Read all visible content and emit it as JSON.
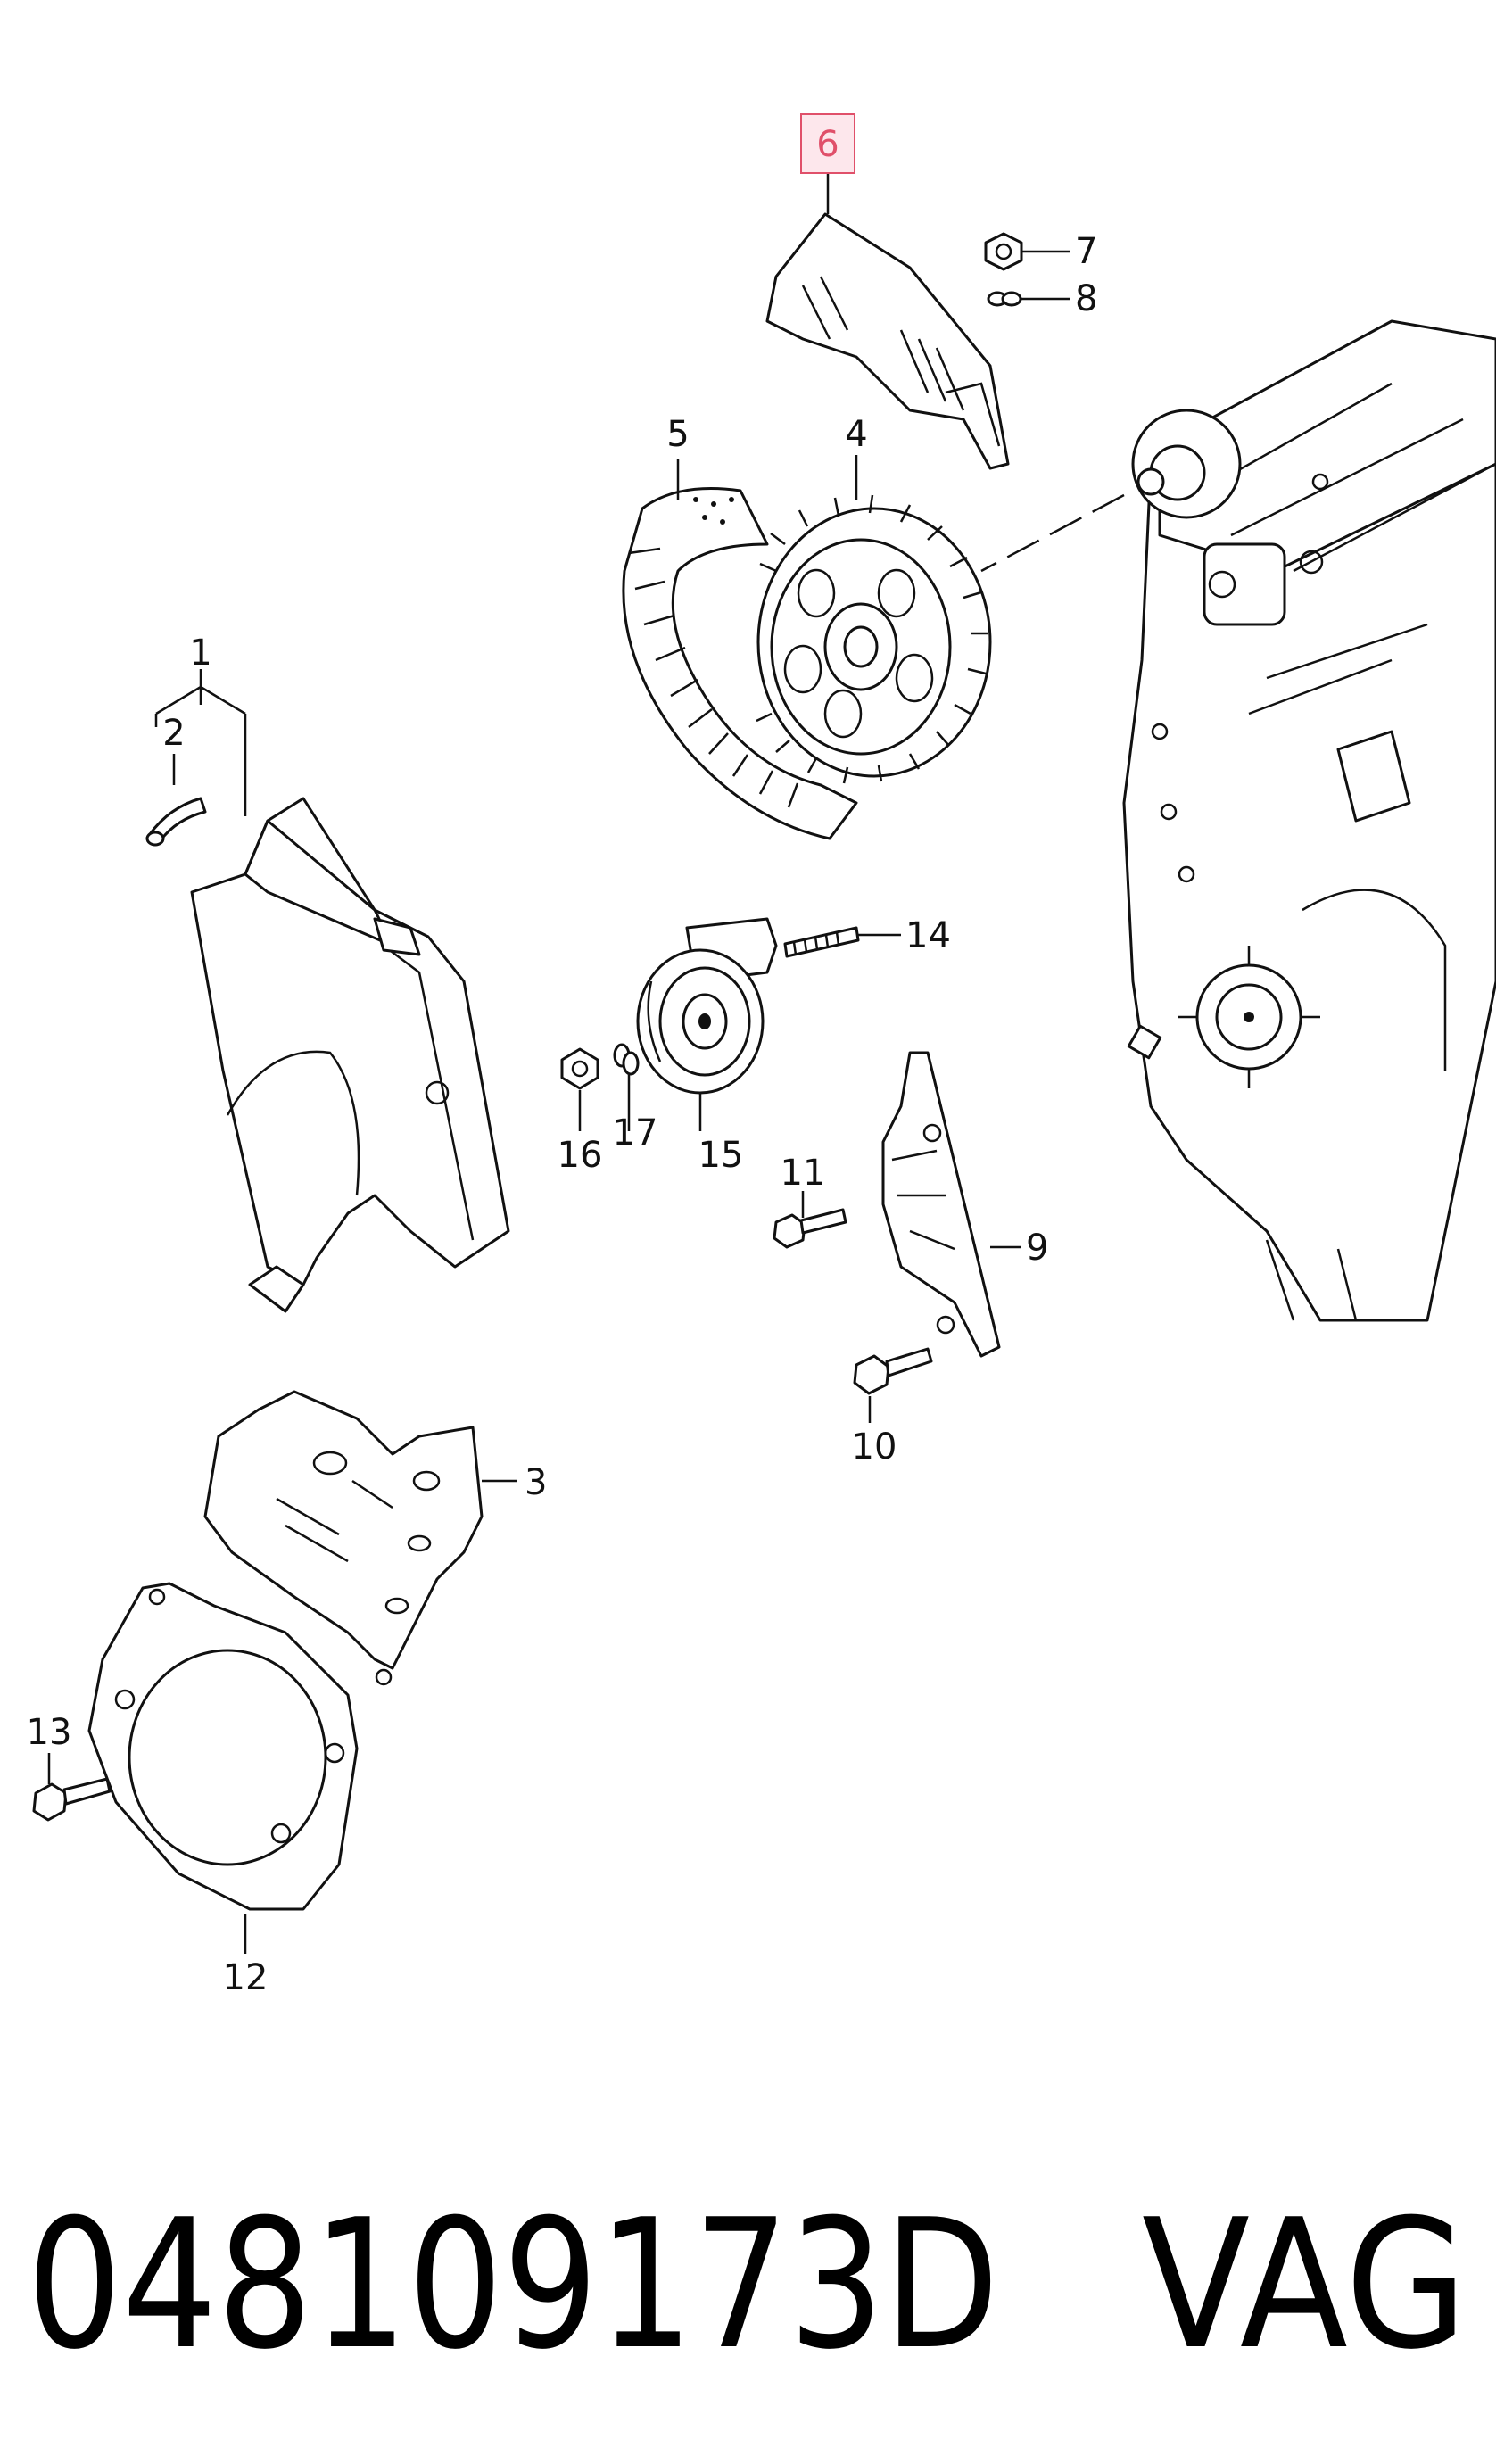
{
  "diagram": {
    "callouts": [
      {
        "id": "1",
        "label": "1"
      },
      {
        "id": "2",
        "label": "2"
      },
      {
        "id": "3",
        "label": "3"
      },
      {
        "id": "4",
        "label": "4"
      },
      {
        "id": "5",
        "label": "5"
      },
      {
        "id": "6",
        "label": "6",
        "highlighted": true
      },
      {
        "id": "7",
        "label": "7"
      },
      {
        "id": "8",
        "label": "8"
      },
      {
        "id": "9",
        "label": "9"
      },
      {
        "id": "10",
        "label": "10"
      },
      {
        "id": "11",
        "label": "11"
      },
      {
        "id": "12",
        "label": "12"
      },
      {
        "id": "13",
        "label": "13"
      },
      {
        "id": "14",
        "label": "14"
      },
      {
        "id": "15",
        "label": "15"
      },
      {
        "id": "16",
        "label": "16"
      },
      {
        "id": "17",
        "label": "17"
      }
    ],
    "highlight_color": "#e0506a",
    "highlight_fill": "#fde7ec"
  },
  "footer": {
    "part_number": "048109173D",
    "brand": "VAG"
  }
}
